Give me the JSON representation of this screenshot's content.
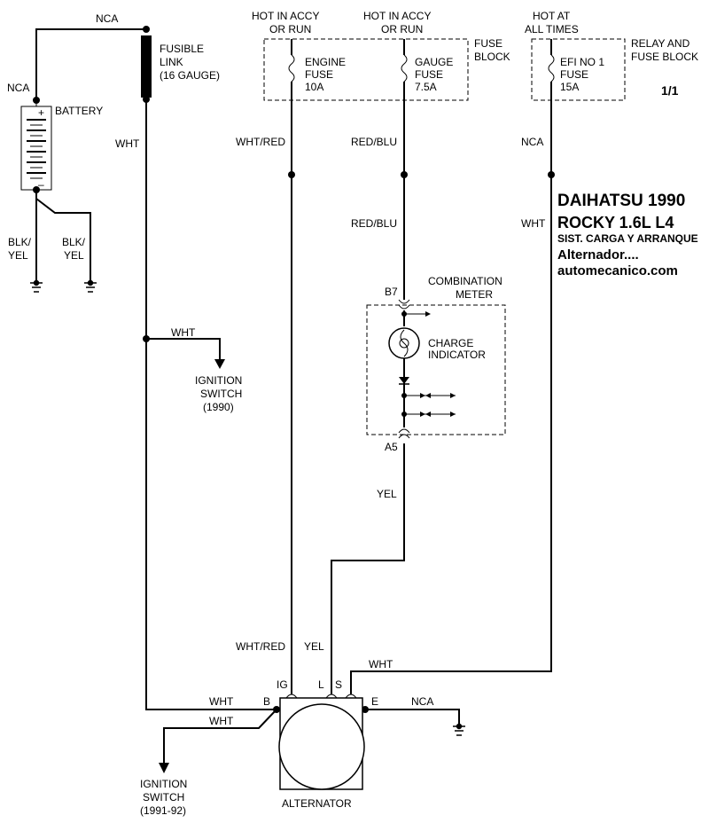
{
  "header": {
    "brand_year": "DAIHATSU 1990",
    "model": "ROCKY  1.6L  L4",
    "system": "SIST. CARGA Y ARRANQUE",
    "component": "Alternador....",
    "site": "automecanico.com",
    "page": "1/1"
  },
  "labels": {
    "nca_top": "NCA",
    "nca_battery": "NCA",
    "fusible_link": [
      "FUSIBLE",
      "LINK",
      "(16 GAUGE)"
    ],
    "battery": "BATTERY",
    "battery_plus": "+",
    "battery_minus": "–",
    "wht_link": "WHT",
    "blk_yel_1": [
      "BLK/",
      "YEL"
    ],
    "blk_yel_2": [
      "BLK/",
      "YEL"
    ],
    "hot_accy_1": [
      "HOT IN ACCY",
      "OR RUN"
    ],
    "hot_accy_2": [
      "HOT IN ACCY",
      "OR RUN"
    ],
    "hot_at": [
      "HOT AT",
      "ALL TIMES"
    ],
    "fuse_block": [
      "FUSE",
      "BLOCK"
    ],
    "relay_fuse_block": [
      "RELAY AND",
      "FUSE BLOCK"
    ],
    "engine_fuse": [
      "ENGINE",
      "FUSE",
      "10A"
    ],
    "gauge_fuse": [
      "GAUGE",
      "FUSE",
      "7.5A"
    ],
    "efi_fuse": [
      "EFI NO 1",
      "FUSE",
      "15A"
    ],
    "wht_red_top": "WHT/RED",
    "red_blu_1": "RED/BLU",
    "red_blu_2": "RED/BLU",
    "nca_efi": "NCA",
    "wht_efi": "WHT",
    "combination_meter": [
      "COMBINATION",
      "METER"
    ],
    "b7": "B7",
    "a5": "A5",
    "charge_indicator": [
      "CHARGE",
      "INDICATOR"
    ],
    "yel_mid": "YEL",
    "wht_ign": "WHT",
    "ignition_switch_1990": [
      "IGNITION",
      "SWITCH",
      "(1990)"
    ],
    "wht_red_bottom": "WHT/RED",
    "yel_bottom": "YEL",
    "wht_s": "WHT",
    "ig": "IG",
    "l": "L",
    "s": "S",
    "b": "B",
    "e": "E",
    "wht_b1": "WHT",
    "wht_b2": "WHT",
    "nca_e": "NCA",
    "ignition_switch_9192": [
      "IGNITION",
      "SWITCH",
      "(1991-92)"
    ],
    "alternator": "ALTERNATOR"
  }
}
